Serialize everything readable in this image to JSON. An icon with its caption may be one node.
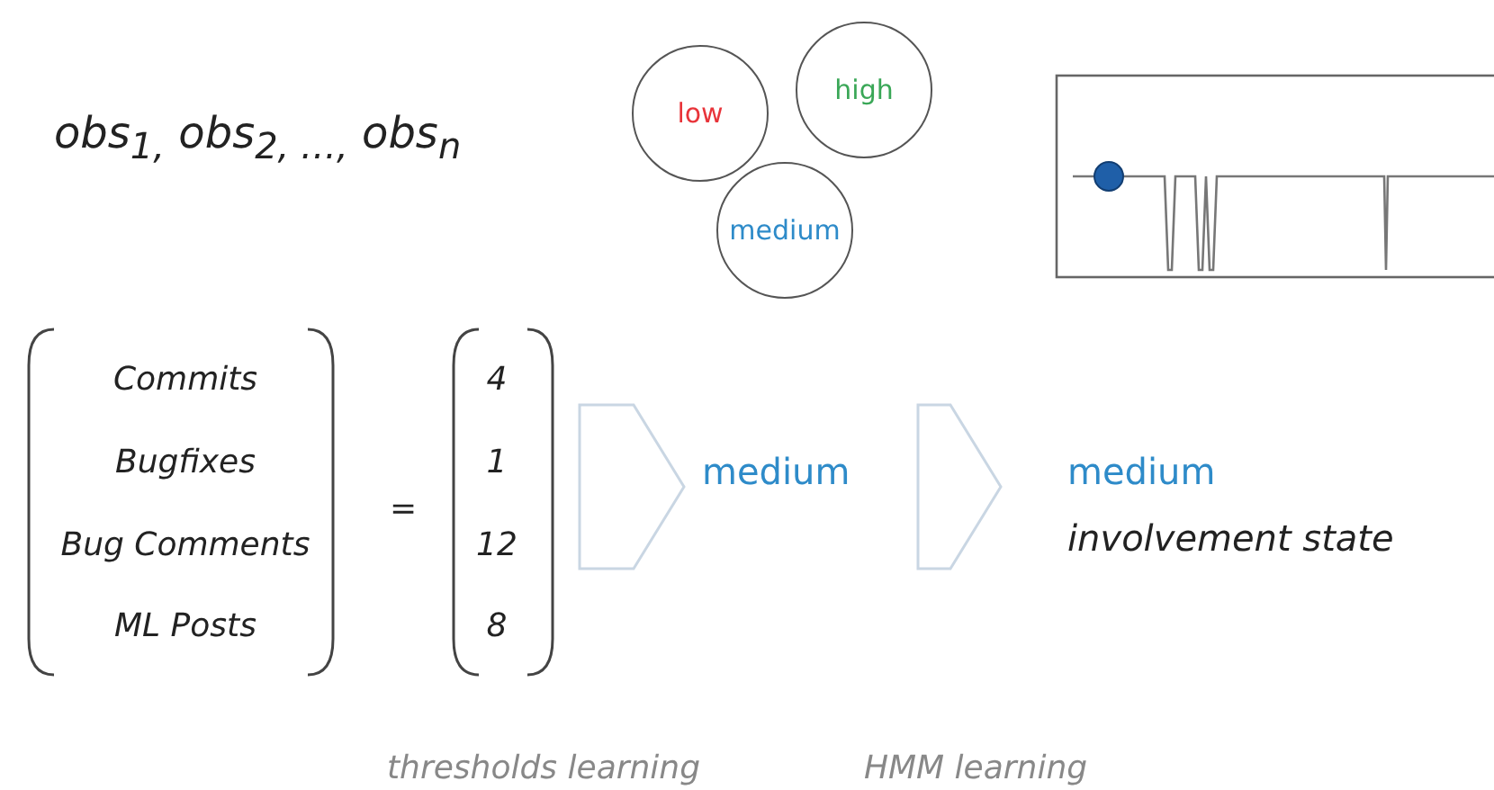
{
  "diagram": {
    "nodes": [
      {
        "text": [
          "low"
        ]
      },
      {
        "text": [
          "high"
        ]
      },
      {
        "text": [
          "medium"
        ]
      },
      {
        "text": [
          "4",
          "1",
          "12",
          "8"
        ]
      },
      {
        "text": [
          "medium"
        ]
      },
      {
        "text": [
          "medium",
          "involvement state"
        ]
      }
    ],
    "edges": [
      {
        "from": 3,
        "to": 4,
        "arrow": "to"
      },
      {
        "from": 4,
        "to": 5,
        "arrow": "to"
      }
    ],
    "labels": [
      "obs$_{1,}$ obs$_{2, …,}$ obs$_{n}$",
      "Commits",
      "Bugfixes",
      "Bug Comments",
      "ML Posts",
      "=",
      "thresholds learning",
      "HMM learning"
    ]
  }
}
